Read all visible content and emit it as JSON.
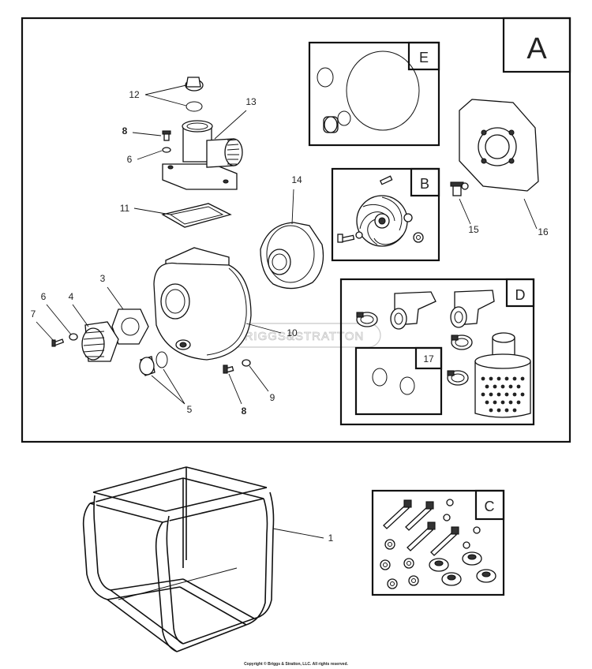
{
  "callouts": {
    "n1": "1",
    "n3": "3",
    "n4": "4",
    "n5": "5",
    "n6a": "6",
    "n6b": "6",
    "n7": "7",
    "n8a": "8",
    "n8b": "8",
    "n9": "9",
    "n10": "10",
    "n11": "11",
    "n12": "12",
    "n13": "13",
    "n14": "14",
    "n15": "15",
    "n16": "16",
    "n17": "17"
  },
  "kits": {
    "A": "A",
    "B": "B",
    "C": "C",
    "D": "D",
    "E": "E"
  },
  "watermark": "BRIGGS&STRATTON",
  "copyright": "Copyright © Briggs & Stratton, LLC. All rights reserved.",
  "colors": {
    "line": "#111111",
    "background": "#ffffff",
    "watermark": "#c8c8c8"
  }
}
